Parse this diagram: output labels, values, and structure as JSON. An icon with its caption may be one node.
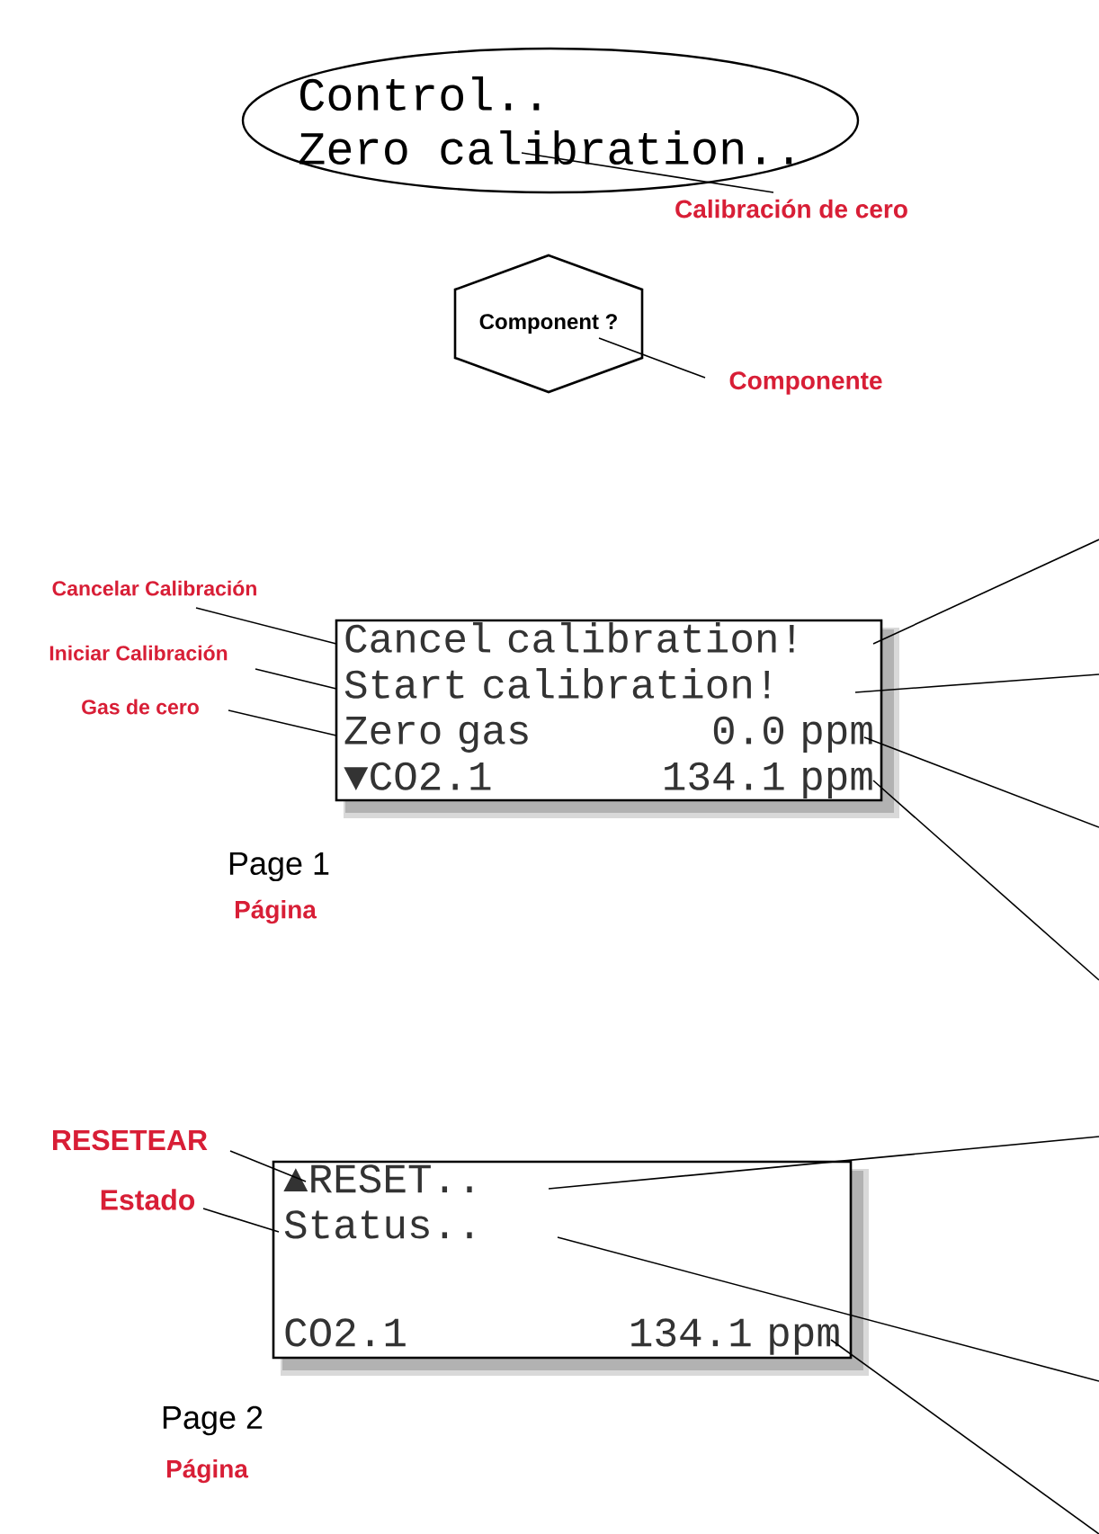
{
  "diagram": {
    "nodes": [
      {
        "text": [
          "Control..",
          "Zero calibration.."
        ]
      },
      {
        "text": [
          "Calibración de cero"
        ]
      },
      {
        "text": [
          "Component ?"
        ]
      },
      {
        "text": [
          "Componente"
        ]
      },
      {
        "text": [
          "Cancel calibration!",
          "Start calibration!",
          "Zero gas",
          "0.0 ppm",
          "▼CO2.1",
          "134.1 ppm"
        ],
        "beside": [
          "Page 1",
          "Página"
        ]
      },
      {
        "text": [
          "Cancelar Calibración"
        ]
      },
      {
        "text": [
          "Iniciar Calibración"
        ]
      },
      {
        "text": [
          "Gas de cero"
        ]
      },
      {
        "text": [
          "▲RESET..",
          "Status..",
          "CO2.1",
          "134.1 ppm"
        ],
        "beside": [
          "Page 2",
          "Página"
        ]
      },
      {
        "text": [
          "RESETEAR"
        ]
      },
      {
        "text": [
          "Estado"
        ]
      }
    ],
    "edges": [
      {
        "from": 1,
        "to": 0,
        "arrow": "none"
      },
      {
        "from": 3,
        "to": 2,
        "arrow": "none"
      },
      {
        "from": 5,
        "to": 4,
        "arrow": "none"
      },
      {
        "from": 6,
        "to": 4,
        "arrow": "none"
      },
      {
        "from": 7,
        "to": 4,
        "arrow": "none"
      },
      {
        "from": 4,
        "to": null,
        "arrow": "none"
      },
      {
        "from": 4,
        "to": null,
        "arrow": "none"
      },
      {
        "from": 4,
        "to": null,
        "arrow": "none"
      },
      {
        "from": 4,
        "to": null,
        "arrow": "none"
      },
      {
        "from": 9,
        "to": 8,
        "arrow": "none"
      },
      {
        "from": 10,
        "to": 8,
        "arrow": "none"
      },
      {
        "from": 8,
        "to": null,
        "arrow": "none"
      },
      {
        "from": 8,
        "to": null,
        "arrow": "none"
      },
      {
        "from": 8,
        "to": null,
        "arrow": "none"
      }
    ]
  }
}
